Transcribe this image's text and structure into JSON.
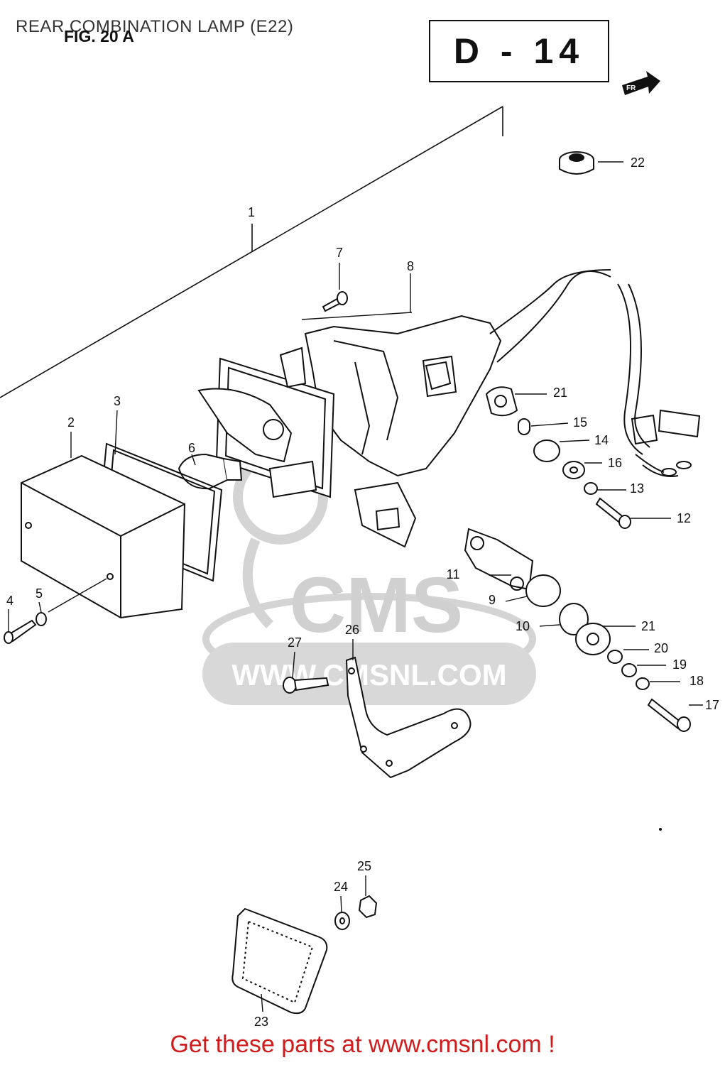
{
  "header": {
    "title": "REAR COMBINATION LAMP (E22)",
    "figure": "FIG. 20 A",
    "page_code": "D - 14"
  },
  "front_arrow_text": "FR",
  "watermark": {
    "brand": "CMS",
    "site": "WWW.CMSNL.COM"
  },
  "callouts": [
    {
      "id": "1",
      "label": "1"
    },
    {
      "id": "2",
      "label": "2"
    },
    {
      "id": "3",
      "label": "3"
    },
    {
      "id": "4",
      "label": "4"
    },
    {
      "id": "5",
      "label": "5"
    },
    {
      "id": "6",
      "label": "6"
    },
    {
      "id": "7",
      "label": "7"
    },
    {
      "id": "8",
      "label": "8"
    },
    {
      "id": "9",
      "label": "9"
    },
    {
      "id": "10",
      "label": "10"
    },
    {
      "id": "11",
      "label": "11"
    },
    {
      "id": "12",
      "label": "12"
    },
    {
      "id": "13",
      "label": "13"
    },
    {
      "id": "14",
      "label": "14"
    },
    {
      "id": "15",
      "label": "15"
    },
    {
      "id": "16",
      "label": "16"
    },
    {
      "id": "17",
      "label": "17"
    },
    {
      "id": "18",
      "label": "18"
    },
    {
      "id": "19",
      "label": "19"
    },
    {
      "id": "20",
      "label": "20"
    },
    {
      "id": "21a",
      "label": "21"
    },
    {
      "id": "21b",
      "label": "21"
    },
    {
      "id": "22",
      "label": "22"
    },
    {
      "id": "23",
      "label": "23"
    },
    {
      "id": "24",
      "label": "24"
    },
    {
      "id": "25",
      "label": "25"
    },
    {
      "id": "26",
      "label": "26"
    },
    {
      "id": "27",
      "label": "27"
    }
  ],
  "footer": {
    "text": "Get these parts at www.cmsnl.com !"
  },
  "colors": {
    "ink": "#111111",
    "footer": "#d01c1c",
    "watermark": "#d4d4d4"
  }
}
